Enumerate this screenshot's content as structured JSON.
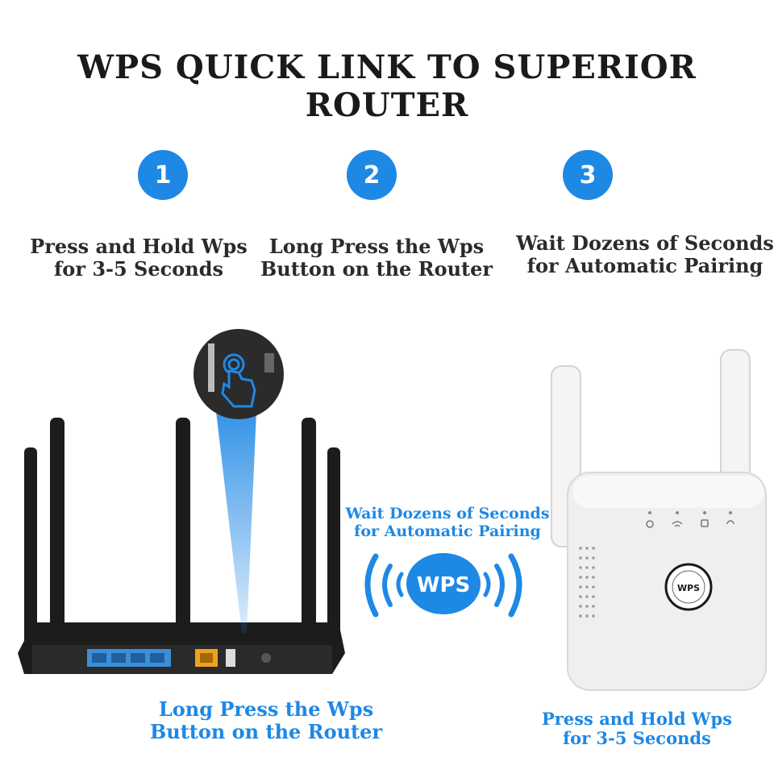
{
  "title": "WPS QUICK LINK TO SUPERIOR ROUTER",
  "steps": [
    {
      "number": "1",
      "line1": "Press and Hold Wps",
      "line2": "for 3-5 Seconds"
    },
    {
      "number": "2",
      "line1": "Long Press the Wps",
      "line2": "Button on the Router"
    },
    {
      "number": "3",
      "line1": "Wait Dozens of Seconds",
      "line2": "for Automatic Pairing"
    }
  ],
  "center_caption": {
    "line1": "Wait Dozens of Seconds",
    "line2": "for Automatic Pairing"
  },
  "wps_badge": "WPS",
  "extender_button_label": "WPS",
  "router_caption": {
    "line1": "Long Press the Wps",
    "line2": "Button on the Router"
  },
  "extender_caption": {
    "line1": "Press and Hold Wps",
    "line2": "for 3-5 Seconds"
  },
  "colors": {
    "accent": "#1e88e5",
    "router": "#1c1c1c",
    "extender": "#f2f2f2",
    "lan_ports": "#3b8fd6",
    "wan_port": "#f0a11e"
  }
}
